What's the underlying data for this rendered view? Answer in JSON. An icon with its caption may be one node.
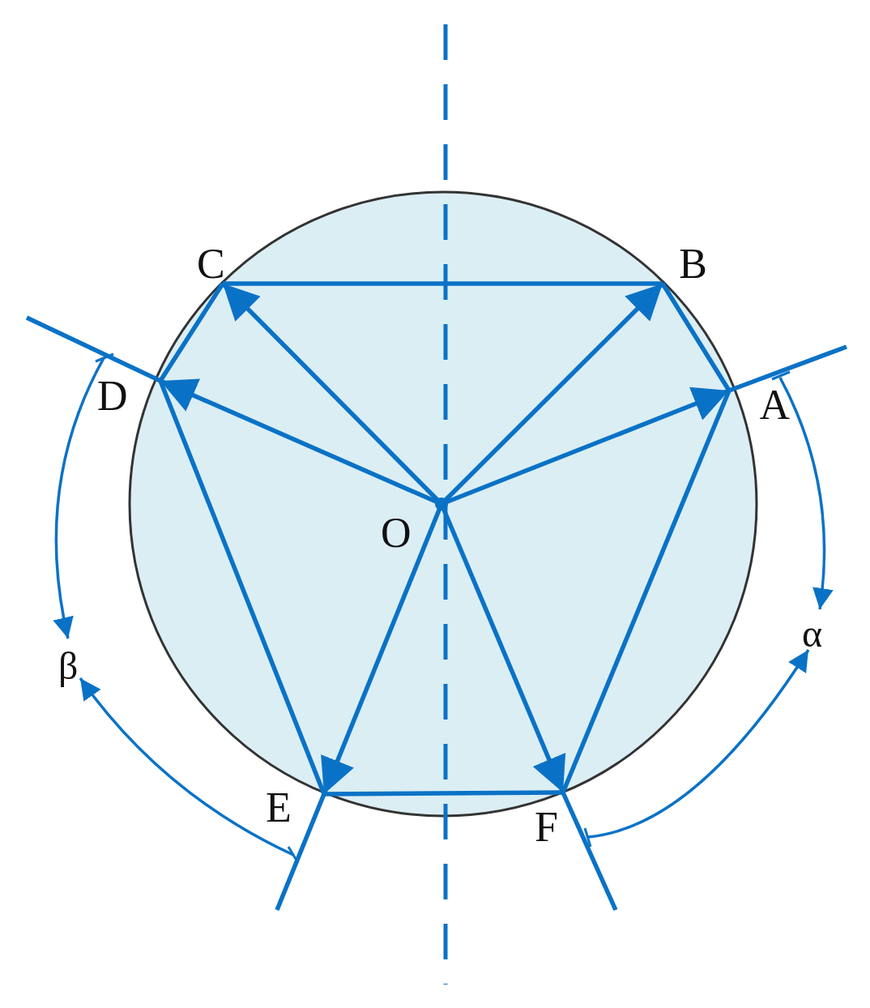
{
  "diagram": {
    "nodes": [
      {
        "text": [
          "O"
        ]
      },
      {
        "text": [
          "A"
        ]
      },
      {
        "text": [
          "B"
        ]
      },
      {
        "text": [
          "C"
        ]
      },
      {
        "text": [
          "D"
        ]
      },
      {
        "text": [
          "E"
        ]
      },
      {
        "text": [
          "F"
        ]
      }
    ],
    "edges": [
      {
        "from": 0,
        "to": 1,
        "arrow": "to"
      },
      {
        "from": 0,
        "to": 2,
        "arrow": "to"
      },
      {
        "from": 0,
        "to": 3,
        "arrow": "to"
      },
      {
        "from": 0,
        "to": 4,
        "arrow": "to"
      },
      {
        "from": 0,
        "to": 5,
        "arrow": "to"
      },
      {
        "from": 0,
        "to": 6,
        "arrow": "to"
      },
      {
        "from": 3,
        "to": 2,
        "arrow": "none"
      },
      {
        "from": 3,
        "to": 4,
        "arrow": "none"
      },
      {
        "from": 2,
        "to": 1,
        "arrow": "none"
      },
      {
        "from": 4,
        "to": 5,
        "arrow": "none"
      },
      {
        "from": 5,
        "to": 6,
        "arrow": "none"
      },
      {
        "from": 6,
        "to": 1,
        "arrow": "none"
      },
      {
        "from": 4,
        "to": null,
        "arrow": "none"
      },
      {
        "from": 1,
        "to": null,
        "arrow": "none"
      },
      {
        "from": 5,
        "to": null,
        "arrow": "none"
      },
      {
        "from": 6,
        "to": null,
        "arrow": "none"
      }
    ],
    "labels": [
      "α",
      "β"
    ]
  }
}
